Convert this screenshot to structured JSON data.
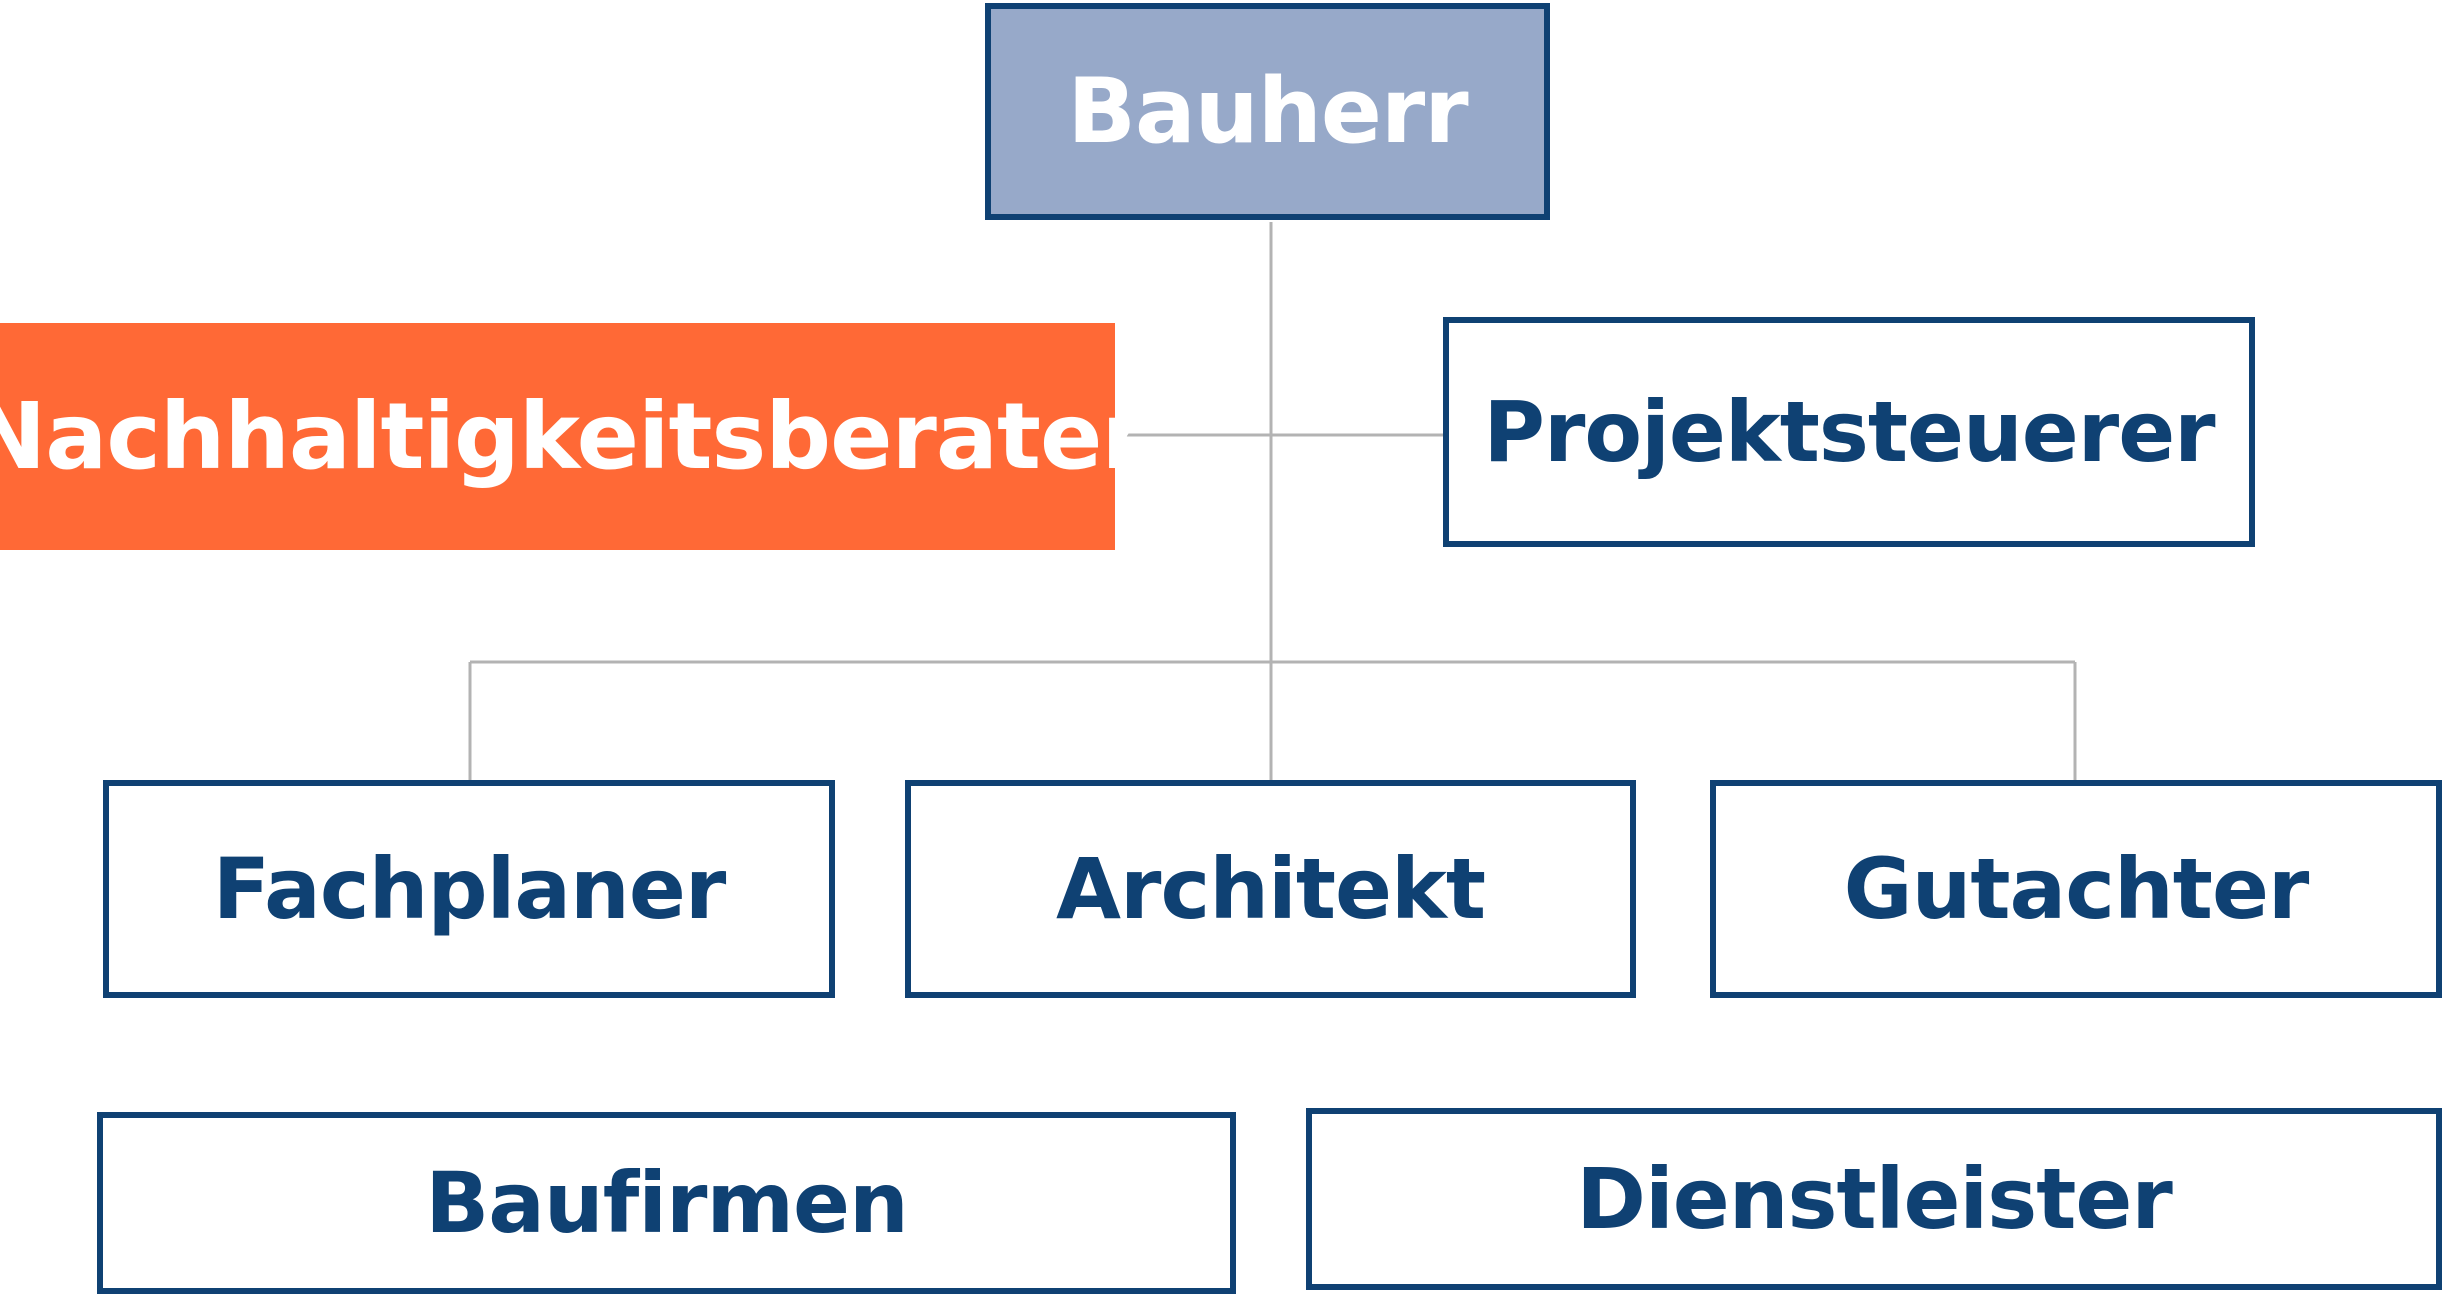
{
  "diagram": {
    "colors": {
      "border": "#0f4173",
      "text": "#0f4173",
      "root_fill": "#97a9c9",
      "highlight_fill": "#ff6936",
      "connector": "#b3b3b3"
    },
    "nodes": {
      "bauherr": "Bauherr",
      "nachhaltigkeitsberater": "Nachhaltigkeitsberater",
      "projektsteuerer": "Projektsteuerer",
      "fachplaner": "Fachplaner",
      "architekt": "Architekt",
      "gutachter": "Gutachter",
      "baufirmen": "Baufirmen",
      "dienstleister": "Dienstleister"
    }
  }
}
